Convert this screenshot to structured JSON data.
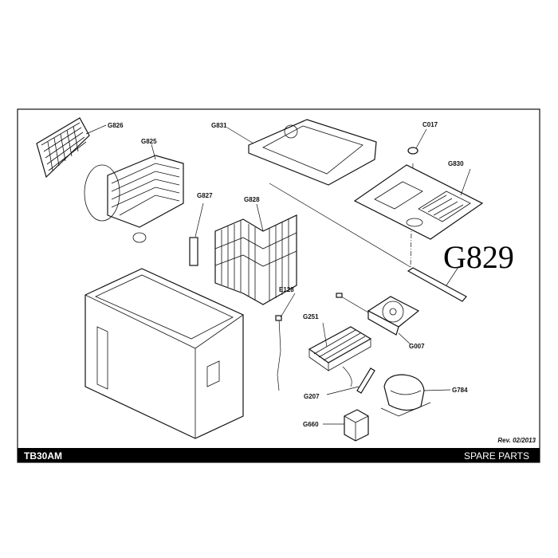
{
  "model": "TB30AM",
  "section": "SPARE PARTS",
  "revision": "Rev. 02/2013",
  "parts": {
    "g826": "G826",
    "g825": "G825",
    "g831": "G831",
    "c017": "C017",
    "g830": "G830",
    "g827": "G827",
    "g828": "G828",
    "g829": "G829",
    "e128": "E128",
    "g251": "G251",
    "g007": "G007",
    "g207": "G207",
    "g784": "G784",
    "g660": "G660"
  }
}
